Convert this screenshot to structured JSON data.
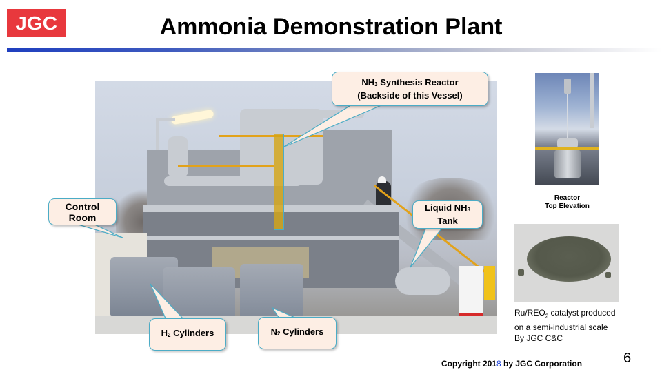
{
  "header": {
    "logo_text": "JGC",
    "title": "Ammonia Demonstration Plant",
    "brand_color": "#e8383d",
    "rule_color_start": "#1f3fbf"
  },
  "main_photo": {
    "description": "Ammonia demonstration plant photo with annotations",
    "highlight_color": "#d6a514"
  },
  "callouts": {
    "reactor": {
      "line1_pre": "NH",
      "line1_sub": "3",
      "line1_post": " Synthesis Reactor",
      "line2": "(Backside of this Vessel)"
    },
    "control_room": {
      "line1": "Control",
      "line2": "Room"
    },
    "liquid_tank": {
      "line1_pre": "Liquid NH",
      "line1_sub": "3",
      "line2": "Tank"
    },
    "h2": {
      "pre": "H",
      "sub": "2",
      "post": " Cylinders"
    },
    "n2": {
      "pre": "N",
      "sub": "2",
      "post": " Cylinders"
    },
    "fill_color": "#fdeee4",
    "border_color": "#4bacc6"
  },
  "side_panel": {
    "reactor_caption_line1": "Reactor",
    "reactor_caption_line2": "Top Elevation",
    "catalyst_caption": {
      "line1_pre": "Ru/REO",
      "line1_sub": "2",
      "line1_post": " catalyst produced",
      "line2": "on a semi-industrial scale",
      "line3": "By JGC C&C"
    }
  },
  "footer": {
    "copyright_pre": "Copyright  201",
    "copyright_year_digit": "8",
    "copyright_post": " by JGC Corporation",
    "page_number": "6"
  }
}
